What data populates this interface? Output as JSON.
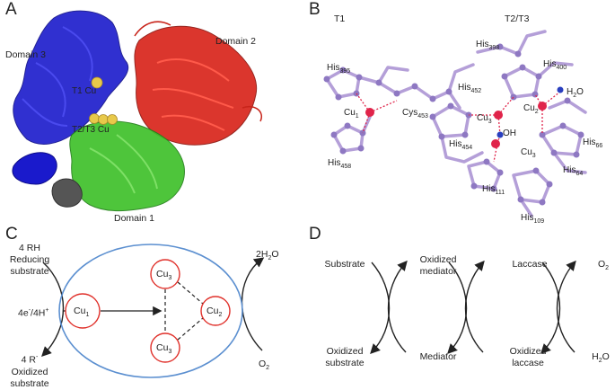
{
  "panels": {
    "a": {
      "label": "A",
      "domain3": "Domain 3",
      "domain2": "Domain 2",
      "domain1": "Domain 1",
      "t1cu": "T1 Cu",
      "t23cu": "T2/T3 Cu"
    },
    "b": {
      "label": "B",
      "t1": "T1",
      "t2t3": "T2/T3",
      "residues": [
        {
          "base": "His",
          "sub": "395"
        },
        {
          "base": "His",
          "sub": "398"
        },
        {
          "base": "His",
          "sub": "400"
        },
        {
          "base": "His",
          "sub": "452"
        },
        {
          "base": "Cys",
          "sub": "453"
        },
        {
          "base": "His",
          "sub": "454"
        },
        {
          "base": "His",
          "sub": "458"
        },
        {
          "base": "His",
          "sub": "111"
        },
        {
          "base": "His",
          "sub": "109"
        },
        {
          "base": "His",
          "sub": "64"
        },
        {
          "base": "His",
          "sub": "66"
        }
      ],
      "cu1": {
        "base": "Cu",
        "sub": "1"
      },
      "cu2": {
        "base": "Cu",
        "sub": "2"
      },
      "cu3a": {
        "base": "Cu",
        "sub": "3"
      },
      "cu3b": {
        "base": "Cu",
        "sub": "3"
      },
      "oh": "OH",
      "h2o": {
        "a": "H",
        "sub": "2",
        "b": "O"
      }
    },
    "c": {
      "label": "C",
      "rh": "4 RH",
      "reducing1": "Reducing",
      "reducing2": "substrate",
      "electrons": {
        "a": "4e",
        "sup1": "-",
        "b": "/4H",
        "sup2": "+"
      },
      "r_minus": {
        "a": "4 R",
        "sup": "-"
      },
      "oxidized1": "Oxidized",
      "oxidized2": "substrate",
      "cu1": {
        "base": "Cu",
        "sub": "1"
      },
      "cu2": {
        "base": "Cu",
        "sub": "2"
      },
      "cu3top": {
        "base": "Cu",
        "sub": "3"
      },
      "cu3bot": {
        "base": "Cu",
        "sub": "3"
      },
      "h2o": {
        "a": "2H",
        "sub": "2",
        "b": "O"
      },
      "o2": {
        "a": "O",
        "sub": "2"
      }
    },
    "d": {
      "label": "D",
      "substrate": "Substrate",
      "oxidized_substrate1": "Oxidized",
      "oxidized_substrate2": "substrate",
      "oxidized_mediator1": "Oxidized",
      "oxidized_mediator2": "mediator",
      "mediator": "Mediator",
      "laccase": "Laccase",
      "oxidized_laccase1": "Oxidized",
      "oxidized_laccase2": "laccase",
      "o2": {
        "a": "O",
        "sub": "2"
      },
      "h2o": {
        "a": "H",
        "sub": "2",
        "b": "O"
      }
    }
  },
  "colors": {
    "domain3": "#1a1acc",
    "domain2": "#d9261c",
    "domain1": "#3fc12b",
    "linker": "#555555",
    "copper": "#e8c94a",
    "residue": "#b49fd8",
    "residue_dark": "#8e78c2",
    "cu_atom": "#e0244a",
    "oxygen": "#2a3fbf",
    "ellipse": "#5b8fd0",
    "cu_circle": "#e0302a"
  }
}
